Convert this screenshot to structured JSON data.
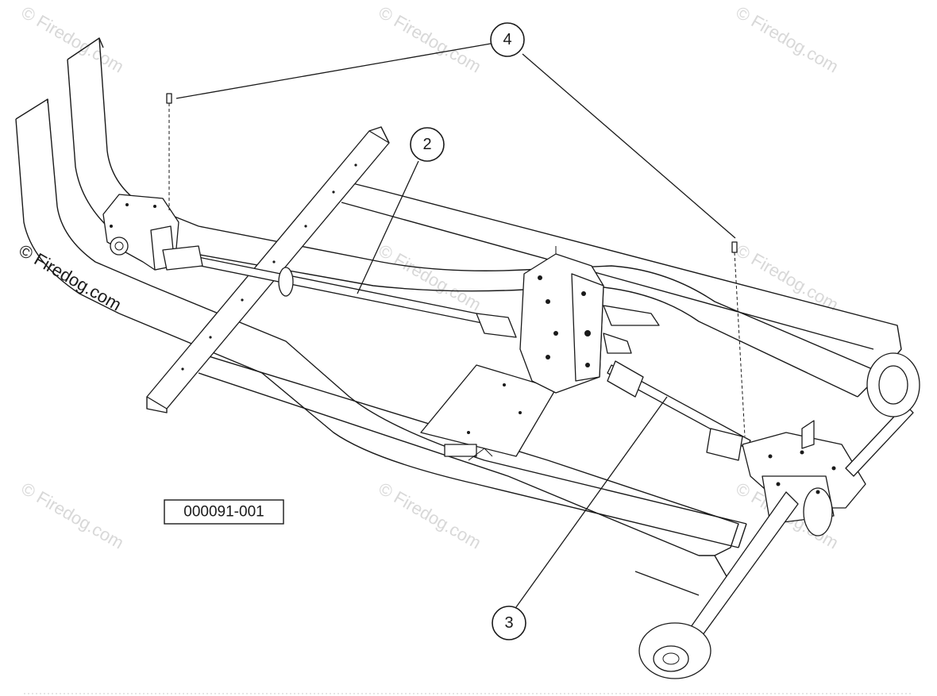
{
  "diagram": {
    "reference_number": "000091-001",
    "callouts": [
      {
        "id": "callout-2",
        "label": "2"
      },
      {
        "id": "callout-3",
        "label": "3"
      },
      {
        "id": "callout-4",
        "label": "4"
      }
    ],
    "watermark_text": "© Firedog.com"
  }
}
